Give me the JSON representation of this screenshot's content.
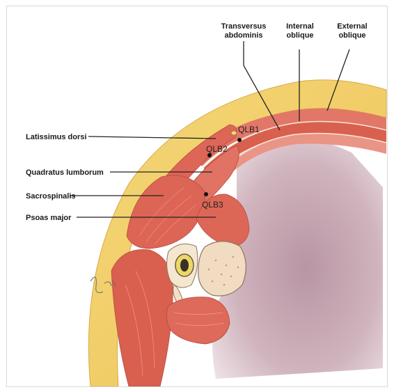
{
  "labels": {
    "transversus_line1": "Transversus",
    "transversus_line2": "abdominis",
    "internal_line1": "Internal",
    "internal_line2": "oblique",
    "external_line1": "External",
    "external_line2": "oblique",
    "latissimus": "Latissimus dorsi",
    "quadratus": "Quadratus lumborum",
    "sacrospinalis": "Sacrospinalis",
    "psoas": "Psoas major"
  },
  "points": {
    "qlb1": "QLB1",
    "qlb2": "QLB2",
    "qlb3": "QLB3"
  },
  "colors": {
    "fat": "#f2d36b",
    "muscle": "#df6a5c",
    "muscle_light": "#ec9b8c",
    "fascia": "#f6eccd",
    "bone": "#f3e1c8",
    "cavity": "#c9a9b4"
  }
}
